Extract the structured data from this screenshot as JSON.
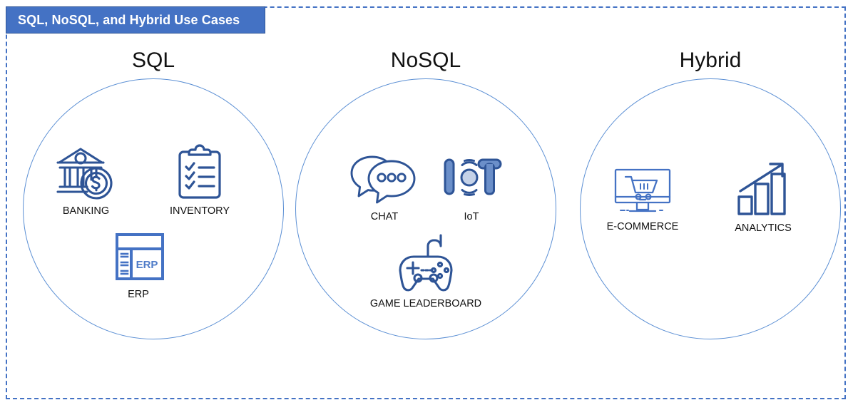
{
  "title": {
    "text": "SQL, NoSQL, and Hybrid Use Cases"
  },
  "colors": {
    "title_bar_bg": "#4472C4",
    "title_bar_text": "#FFFFFF",
    "frame_dash": "#4472C4",
    "circle_stroke": "#5B8FD4",
    "icon_dark_blue": "#2E5496",
    "icon_mid_blue": "#4472C4",
    "icon_light_blue": "#6B8FC9",
    "icon_fill_pale": "#C5D2E8",
    "label_text": "#111111"
  },
  "groups": [
    {
      "id": "sql",
      "heading": "SQL",
      "items": [
        {
          "label": "BANKING",
          "icon": "bank-dollar-icon"
        },
        {
          "label": "INVENTORY",
          "icon": "clipboard-checklist-icon"
        },
        {
          "label": "ERP",
          "icon": "erp-dashboard-icon",
          "icon_text": "ERP"
        }
      ]
    },
    {
      "id": "nosql",
      "heading": "NoSQL",
      "items": [
        {
          "label": "CHAT",
          "icon": "speech-bubbles-icon"
        },
        {
          "label": "IoT",
          "icon": "iot-wordmark-icon",
          "icon_text": "IoT"
        },
        {
          "label": "GAME LEADERBOARD",
          "icon": "gamepad-icon"
        }
      ]
    },
    {
      "id": "hybrid",
      "heading": "Hybrid",
      "items": [
        {
          "label": "E-COMMERCE",
          "icon": "monitor-cart-icon"
        },
        {
          "label": "ANALYTICS",
          "icon": "bar-chart-arrow-icon"
        }
      ]
    }
  ]
}
